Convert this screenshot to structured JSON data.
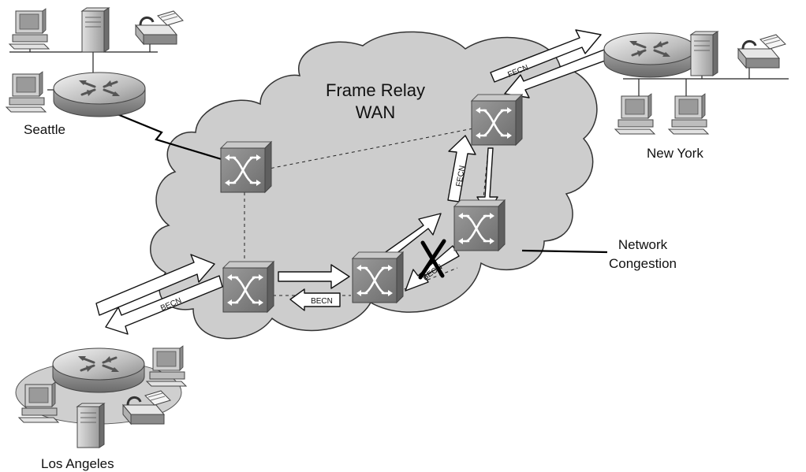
{
  "cloud": {
    "title_line1": "Frame Relay",
    "title_line2": "WAN"
  },
  "sites": {
    "seattle": "Seattle",
    "new_york": "New York",
    "los_angeles": "Los Angeles"
  },
  "callout": {
    "line1": "Network",
    "line2": "Congestion"
  },
  "arrow_labels": {
    "fecn_top": "FECN",
    "fecn_right": "FECN",
    "becn_right": "BECN",
    "becn_mid": "BECN",
    "becn_left": "BECN"
  },
  "icon_names": [
    "switch-icon",
    "router-icon",
    "workstation-icon",
    "server-icon",
    "fax-icon",
    "congestion-x-icon"
  ]
}
